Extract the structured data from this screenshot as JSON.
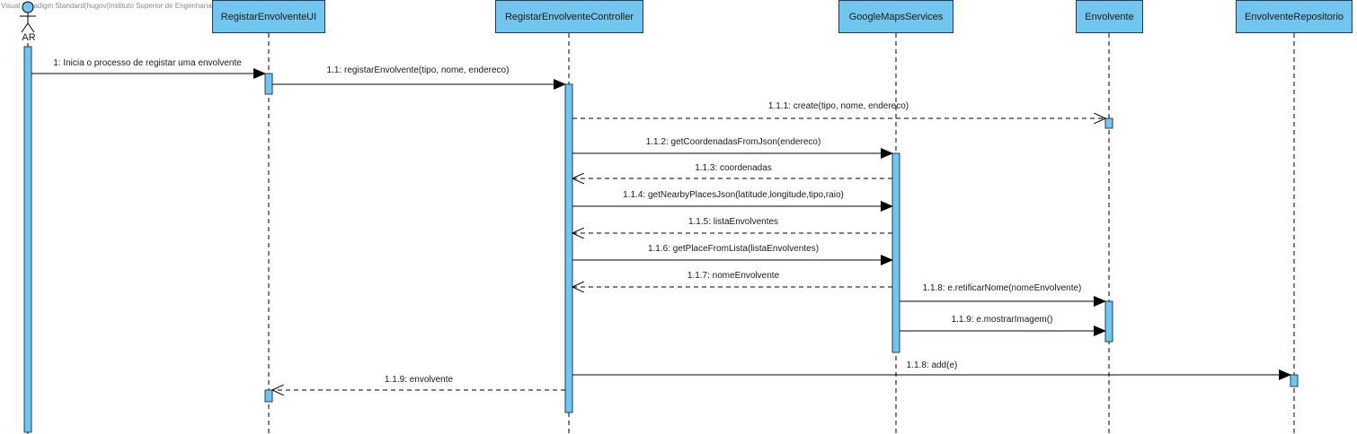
{
  "diagram": {
    "type": "sequence",
    "watermark": "Visual Paradigm Standard(hugov(Instituto Superior de Engenharia do Porto))",
    "actor": {
      "name": "AR"
    },
    "lifelines": [
      {
        "id": "ui",
        "name": "RegistarEnvolventeUI"
      },
      {
        "id": "controller",
        "name": "RegistarEnvolventeController"
      },
      {
        "id": "maps",
        "name": "GoogleMapsServices"
      },
      {
        "id": "envolvente",
        "name": "Envolvente"
      },
      {
        "id": "repo",
        "name": "EnvolventeRepositorio"
      }
    ],
    "messages": [
      {
        "label": "1: Inicia o processo de registar uma envolvente",
        "from": "actor",
        "to": "ui",
        "kind": "sync"
      },
      {
        "label": "1.1: registarEnvolvente(tipo, nome, endereco)",
        "from": "ui",
        "to": "controller",
        "kind": "sync"
      },
      {
        "label": "1.1.1: create(tipo, nome, endereco)",
        "from": "controller",
        "to": "envolvente",
        "kind": "create"
      },
      {
        "label": "1.1.2: getCoordenadasFromJson(endereco)",
        "from": "controller",
        "to": "maps",
        "kind": "sync"
      },
      {
        "label": "1.1.3: coordenadas",
        "from": "maps",
        "to": "controller",
        "kind": "return"
      },
      {
        "label": "1.1.4: getNearbyPlacesJson(latitude,longitude,tipo,raio)",
        "from": "controller",
        "to": "maps",
        "kind": "sync"
      },
      {
        "label": "1.1.5: listaEnvolventes",
        "from": "maps",
        "to": "controller",
        "kind": "return"
      },
      {
        "label": "1.1.6: getPlaceFromLista(listaEnvolventes)",
        "from": "controller",
        "to": "maps",
        "kind": "sync"
      },
      {
        "label": "1.1.7: nomeEnvolvente",
        "from": "maps",
        "to": "controller",
        "kind": "return"
      },
      {
        "label": "1.1.8: e.retificarNome(nomeEnvolvente)",
        "from": "maps",
        "to": "envolvente",
        "kind": "sync"
      },
      {
        "label": "1.1.9: e.mostrarImagem()",
        "from": "maps",
        "to": "envolvente",
        "kind": "sync"
      },
      {
        "label": "1.1.8: add(e)",
        "from": "controller",
        "to": "repo",
        "kind": "sync"
      },
      {
        "label": "1.1.9: envolvente",
        "from": "controller",
        "to": "ui",
        "kind": "return"
      }
    ],
    "colors": {
      "activation_fill": "#72c5ef",
      "lifeline_box_fill": "#72c5ef",
      "border": "#1f3f57",
      "line": "#000000"
    }
  }
}
